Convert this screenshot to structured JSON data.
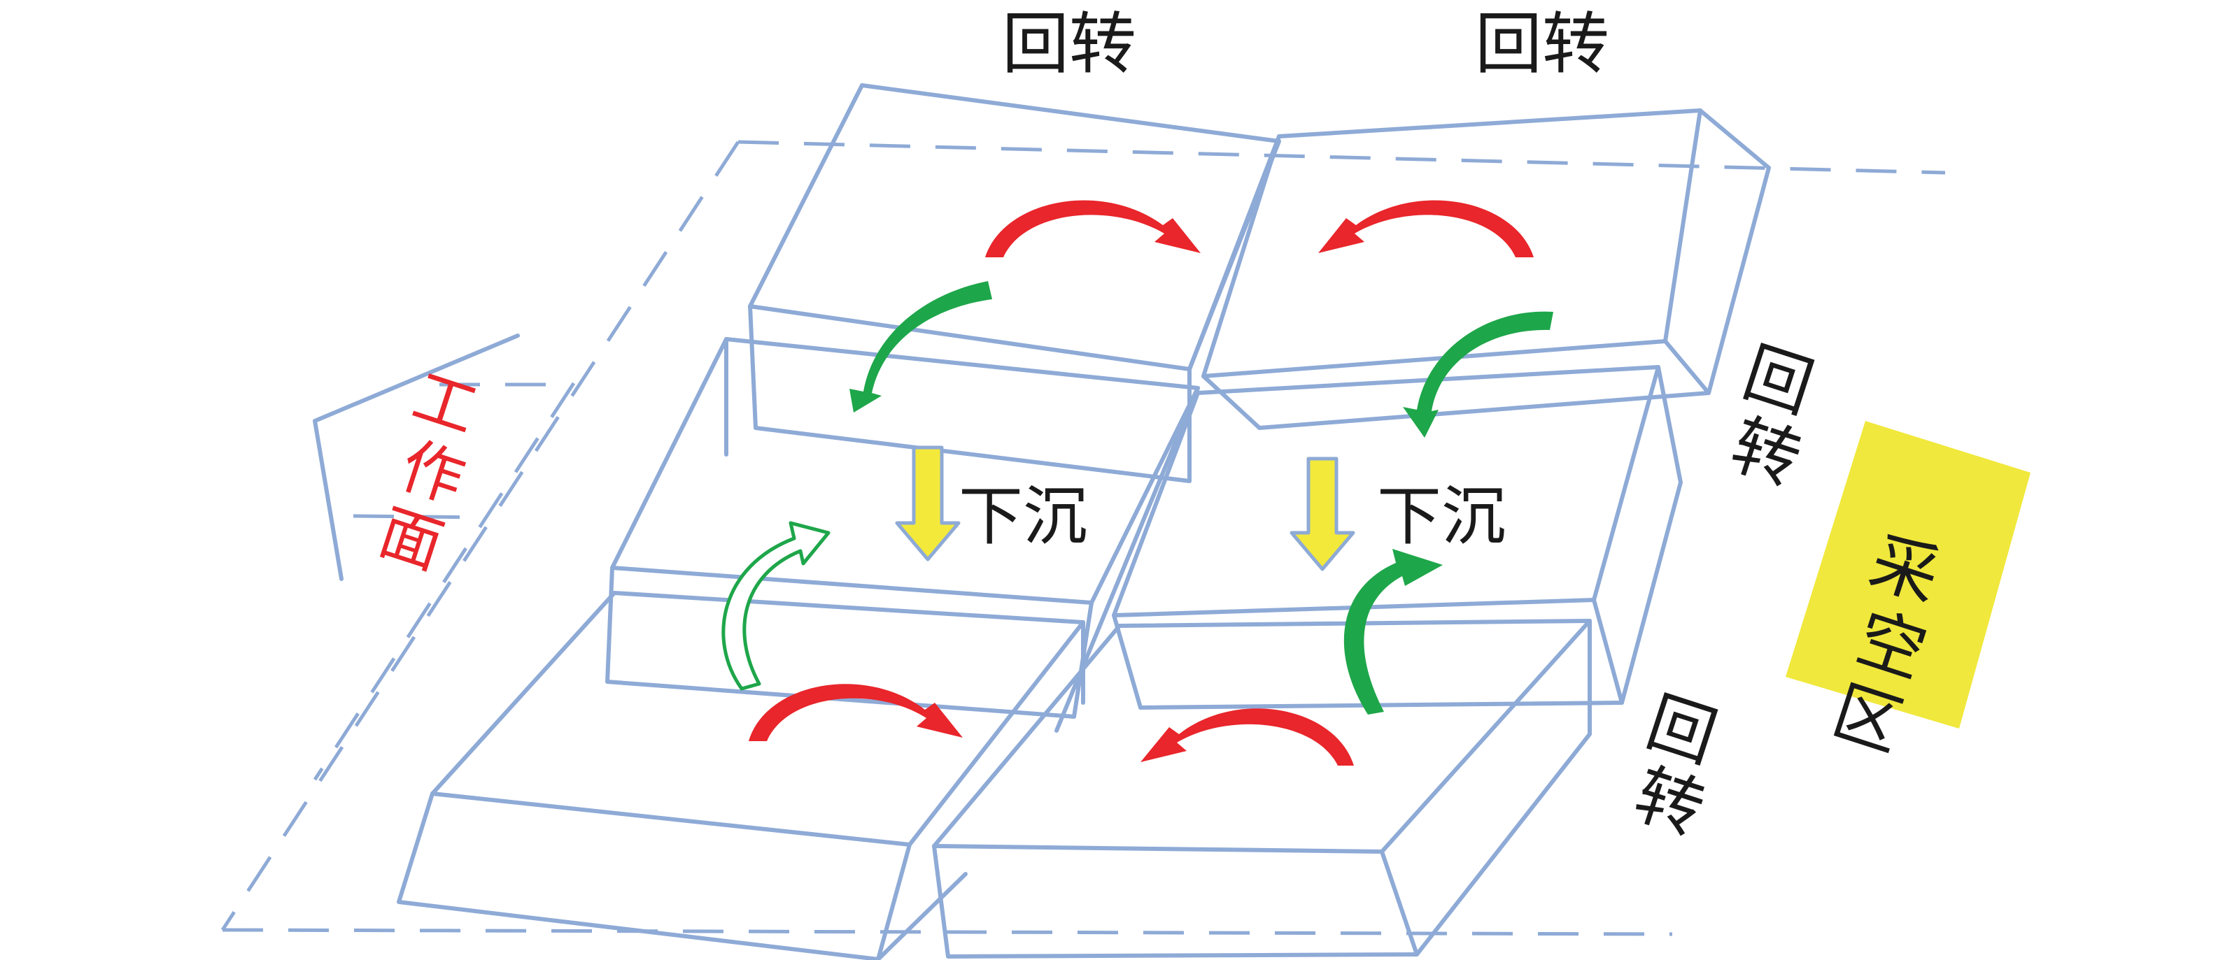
{
  "labels": {
    "rotation": "回转",
    "subsidence": "下沉",
    "working_face": "工作面",
    "goaf": "采空区"
  },
  "colors": {
    "block_outline": "#8eaad6",
    "rotation_arrow": "#e8262b",
    "green_arrow": "#1ea64a",
    "subsidence_arrow": "#f3e93a",
    "goaf_fill": "#f0e83c",
    "working_face_text": "#e8262b"
  }
}
